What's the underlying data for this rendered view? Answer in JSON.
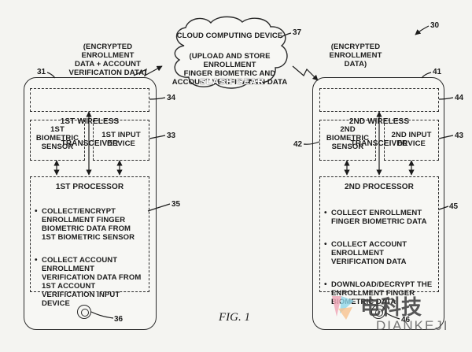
{
  "figure": {
    "ref_30": "30",
    "fig_label": "FIG. 1"
  },
  "cloud": {
    "title": "CLOUD COMPUTING DEVICE",
    "description": "(UPLOAD AND STORE ENROLLMENT\nFINGER BIOMETRIC AND\nACCOUNT VERIFICATION DATA",
    "ref": "37",
    "watermark": "SLASH GEAR"
  },
  "left_data_label": "(ENCRYPTED ENROLLMENT\nDATA + ACCOUNT\nVERIFICATION DATA)",
  "right_data_label": "(ENCRYPTED ENROLLMENT\nDATA)",
  "device1": {
    "ref": "31",
    "transceiver": "1st WIRELESS TRANSCEIVER",
    "transceiver_ref": "34",
    "sensor": "1st\nBIOMETRIC\nSENSOR",
    "input": "1st INPUT\nDEVICE",
    "input_ref": "33",
    "processor": "1st PROCESSOR",
    "processor_ref": "35",
    "bullets": [
      "COLLECT/ENCRYPT ENROLLMENT FINGER BIOMETRIC DATA FROM 1st BIOMETRIC SENSOR",
      "COLLECT ACCOUNT ENROLLMENT VERIFICATION DATA FROM 1st ACCOUNT VERIFICATION INPUT DEVICE"
    ],
    "button_ref": "36"
  },
  "device2": {
    "ref": "41",
    "transceiver": "2nd WIRELESS TRANSCEIVER",
    "transceiver_ref": "44",
    "sensor": "2nd\nBIOMETRIC\nSENSOR",
    "sensor_ref": "42",
    "input": "2nd INPUT\nDEVICE",
    "input_ref": "43",
    "processor": "2nd PROCESSOR",
    "processor_ref": "45",
    "bullets": [
      "COLLECT ENROLLMENT FINGER BIOMETRIC DATA",
      "COLLECT ACCOUNT ENROLLMENT VERIFICATION DATA",
      "DOWNLOAD/DECRYPT THE ENROLLMENT FINGER BIOMETRIC DATA"
    ],
    "button_ref": "46"
  },
  "watermark": {
    "cn": "电科技",
    "en": "DIANKEJI",
    "colors": [
      "#f0a9b9",
      "#8fd6e8",
      "#f7c28e"
    ]
  }
}
